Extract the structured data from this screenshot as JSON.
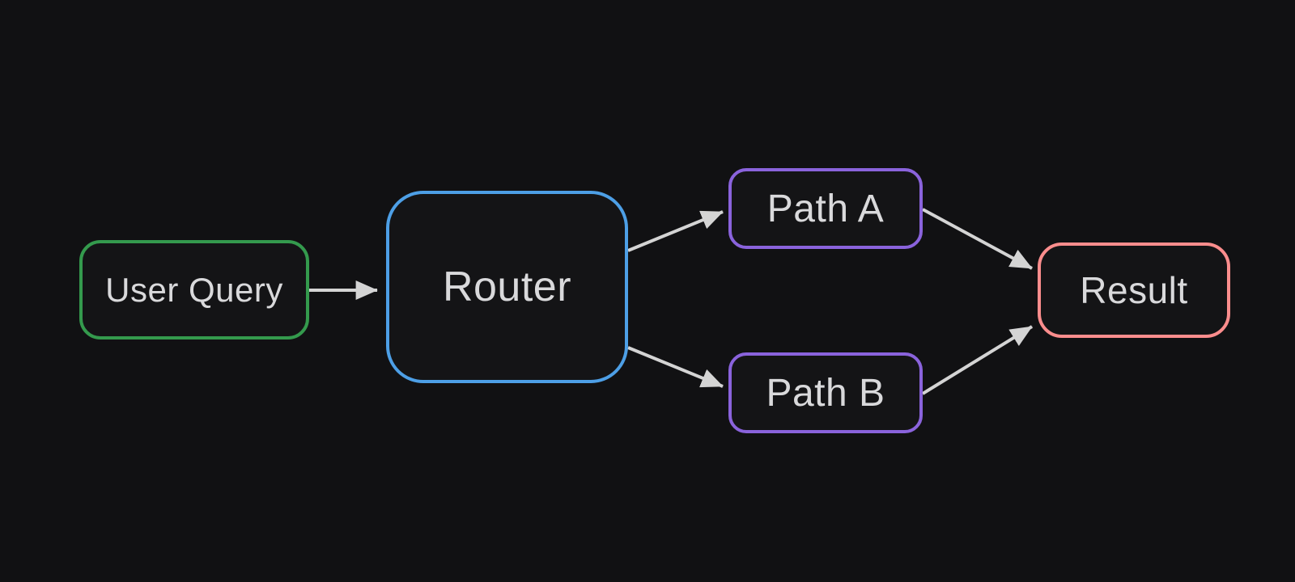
{
  "diagram": {
    "colors": {
      "background": "#111113",
      "node_fill": "#141416",
      "text": "#d9d9db",
      "arrow": "#d4d4d4",
      "green": "#349a4d",
      "blue": "#4d9fe6",
      "purple": "#8a63dc",
      "salmon": "#fb8d8d"
    },
    "nodes": [
      {
        "id": "user-query",
        "label": "User Query",
        "border_color": "#349a4d"
      },
      {
        "id": "router",
        "label": "Router",
        "border_color": "#4d9fe6"
      },
      {
        "id": "path-a",
        "label": "Path A",
        "border_color": "#8a63dc"
      },
      {
        "id": "path-b",
        "label": "Path B",
        "border_color": "#8a63dc"
      },
      {
        "id": "result",
        "label": "Result",
        "border_color": "#fb8d8d"
      }
    ],
    "edges": [
      {
        "from": "User Query",
        "to": "Router"
      },
      {
        "from": "Router",
        "to": "Path A"
      },
      {
        "from": "Router",
        "to": "Path B"
      },
      {
        "from": "Path A",
        "to": "Result"
      },
      {
        "from": "Path B",
        "to": "Result"
      }
    ]
  }
}
